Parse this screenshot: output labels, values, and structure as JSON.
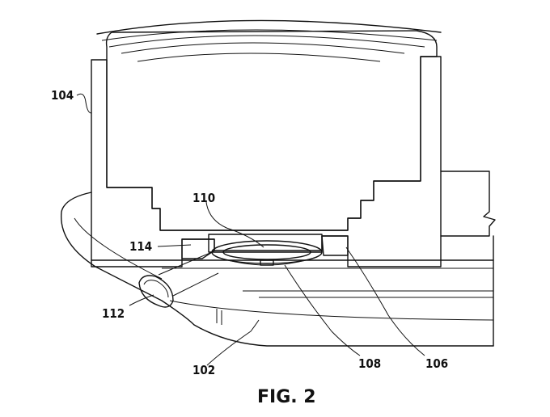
{
  "figure": {
    "caption": "FIG. 2",
    "labels": {
      "l104": "104",
      "l110": "110",
      "l114": "114",
      "l112": "112",
      "l102": "102",
      "l108": "108",
      "l106": "106"
    }
  }
}
